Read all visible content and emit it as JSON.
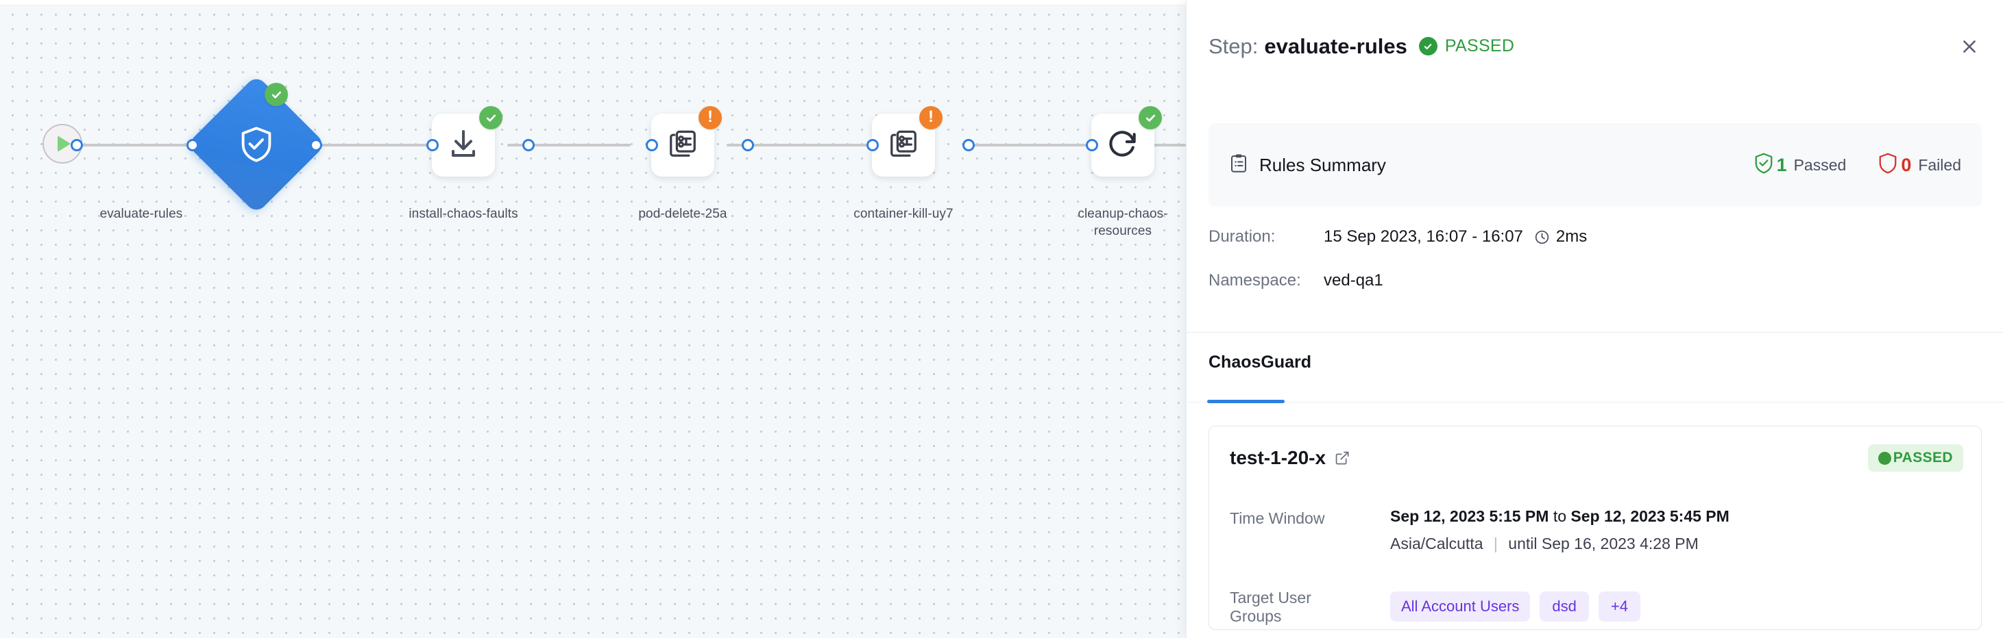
{
  "canvas": {
    "start_node": {
      "icon": "play-icon",
      "name": "start-node"
    },
    "nodes": [
      {
        "id": "evaluate-rules",
        "label": "evaluate-rules",
        "shape": "diamond",
        "icon": "shield-check-icon",
        "status": "success"
      },
      {
        "id": "install-chaos",
        "label": "install-chaos-faults",
        "shape": "box",
        "icon": "download-icon",
        "status": "success"
      },
      {
        "id": "pod-delete",
        "label": "pod-delete-25a",
        "shape": "box",
        "icon": "chaos-fault-icon",
        "status": "warning"
      },
      {
        "id": "container-kill",
        "label": "container-kill-uy7",
        "shape": "box",
        "icon": "chaos-fault-icon",
        "status": "warning"
      },
      {
        "id": "cleanup-chaos",
        "label": "cleanup-chaos-resources",
        "shape": "box",
        "icon": "refresh-icon",
        "status": "success"
      }
    ]
  },
  "panel": {
    "title_prefix": "Step:",
    "title_name": "evaluate-rules",
    "status": "PASSED",
    "close_label": "✕",
    "rules_summary": {
      "title": "Rules Summary",
      "passed_count": "1",
      "passed_label": "Passed",
      "failed_count": "0",
      "failed_label": "Failed"
    },
    "meta": {
      "duration_key": "Duration:",
      "duration_value": "15 Sep 2023, 16:07 - 16:07",
      "duration_elapsed": "2ms",
      "namespace_key": "Namespace:",
      "namespace_value": "ved-qa1"
    },
    "tabs": [
      {
        "id": "chaosguard",
        "label": "ChaosGuard",
        "active": true
      }
    ],
    "test_card": {
      "name": "test-1-20-x",
      "external_link_icon": "external-link-icon",
      "status_badge": "PASSED",
      "rows": {
        "time_window_key": "Time Window",
        "time_window_start": "Sep 12, 2023 5:15 PM",
        "time_window_joiner": "to",
        "time_window_end": "Sep 12, 2023 5:45 PM",
        "timezone": "Asia/Calcutta",
        "until_text": "until Sep 16, 2023 4:28 PM",
        "target_groups_key": "Target User Groups",
        "target_groups": [
          "All Account Users",
          "dsd",
          "+4"
        ]
      }
    }
  },
  "colors": {
    "accent_blue": "#2f7fe0",
    "success_green": "#2e9c3e",
    "warning_orange": "#f0802a",
    "fail_red": "#d93025",
    "chip_purple": "#6633dd",
    "canvas_bg": "#f4f8fa"
  }
}
